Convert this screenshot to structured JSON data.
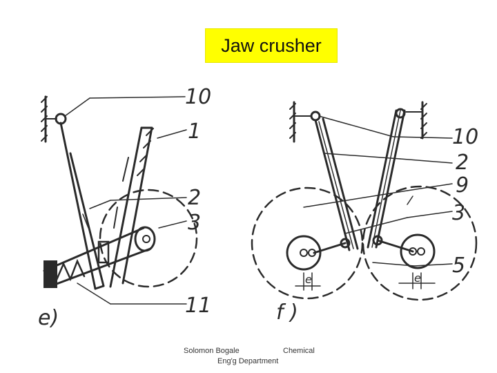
{
  "title": "Jaw crusher",
  "diagram": {
    "left": {
      "panel_label": "e)",
      "part_labels": [
        "10",
        "1",
        "2",
        "3",
        "11"
      ]
    },
    "right": {
      "panel_label": "f )",
      "part_labels": [
        "10",
        "2",
        "9",
        "3",
        "5"
      ],
      "eccentric_label": "e"
    }
  },
  "footer": {
    "author": "Solomon Bogale",
    "dept_line1": "Chemical",
    "dept_line2": "Eng'g Department"
  }
}
